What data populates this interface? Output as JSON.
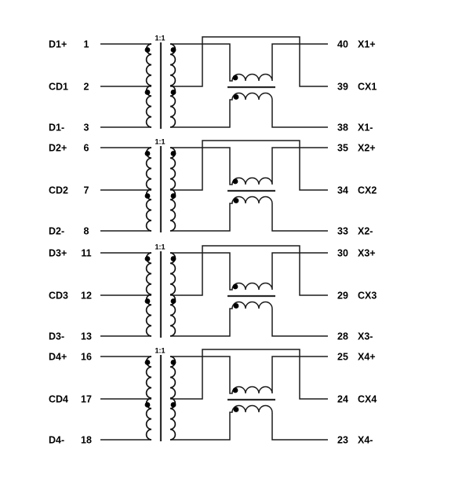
{
  "diagram": {
    "type": "quad-channel-transformer-pinout-schematic",
    "colors": {
      "line": "#1c1c1c",
      "text": "#000000",
      "background": "#ffffff"
    },
    "channels": [
      {
        "ratio": "1:1",
        "left_pins": [
          {
            "name": "D1+",
            "number": "1"
          },
          {
            "name": "CD1",
            "number": "2"
          },
          {
            "name": "D1-",
            "number": "3"
          }
        ],
        "right_pins": [
          {
            "number": "40",
            "name": "X1+"
          },
          {
            "number": "39",
            "name": "CX1"
          },
          {
            "number": "38",
            "name": "X1-"
          }
        ]
      },
      {
        "ratio": "1:1",
        "left_pins": [
          {
            "name": "D2+",
            "number": "6"
          },
          {
            "name": "CD2",
            "number": "7"
          },
          {
            "name": "D2-",
            "number": "8"
          }
        ],
        "right_pins": [
          {
            "number": "35",
            "name": "X2+"
          },
          {
            "number": "34",
            "name": "CX2"
          },
          {
            "number": "33",
            "name": "X2-"
          }
        ]
      },
      {
        "ratio": "1:1",
        "left_pins": [
          {
            "name": "D3+",
            "number": "11"
          },
          {
            "name": "CD3",
            "number": "12"
          },
          {
            "name": "D3-",
            "number": "13"
          }
        ],
        "right_pins": [
          {
            "number": "30",
            "name": "X3+"
          },
          {
            "number": "29",
            "name": "CX3"
          },
          {
            "number": "28",
            "name": "X3-"
          }
        ]
      },
      {
        "ratio": "1:1",
        "left_pins": [
          {
            "name": "D4+",
            "number": "16"
          },
          {
            "name": "CD4",
            "number": "17"
          },
          {
            "name": "D4-",
            "number": "18"
          }
        ],
        "right_pins": [
          {
            "number": "25",
            "name": "X4+"
          },
          {
            "number": "24",
            "name": "CX4"
          },
          {
            "number": "23",
            "name": "X4-"
          }
        ]
      }
    ]
  }
}
